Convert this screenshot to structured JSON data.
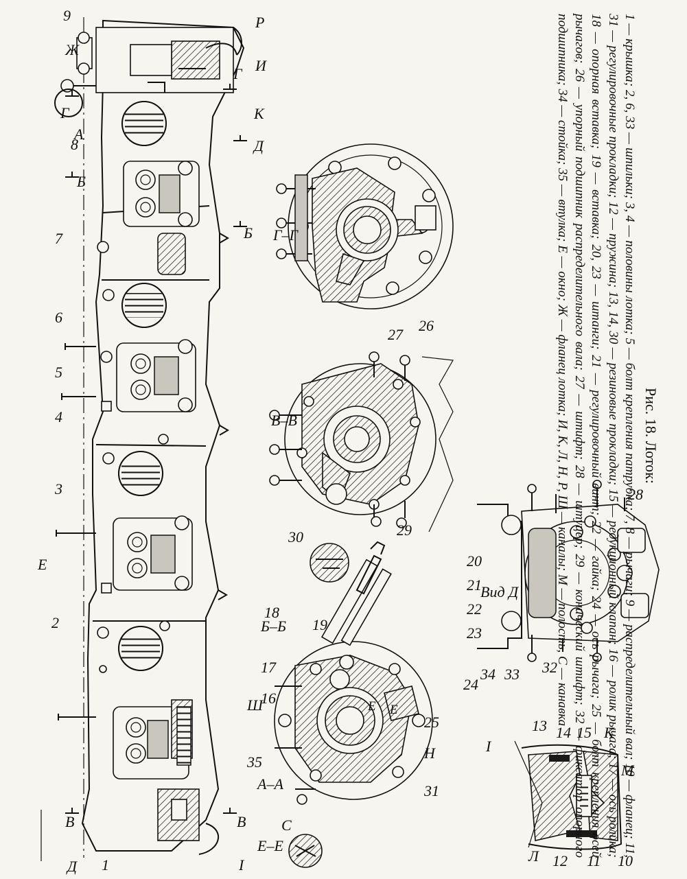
{
  "figure": {
    "title": "Рис. 18. Лоток:",
    "legend": "1 — крышка; 2, 6, 33 — шпильки; 3, 4 — половины лотка; 5 — болт крепления патрубка; 7, 8 — рычаги; 9 — распределительный вал; 10 — фланец; 11, 31 — регулировочные прокладки; 12 — пружина; 13, 14, 30 — резиновые прокладки; 15 — редукционный клапан; 16 — ролик рычага; 17 — ось ролика; 18 — опорная вставка; 19 — вставка; 20, 23 — штанги; 21 — регулировочный винт; 22 — гайка; 24 — ось рычага; 25 — болт крепления осей рычагов; 26 — упорный подшипник распределительного вала; 27 — штифт; 28 — штуцер; 29 — конический штифт; 32 — фиксатор опорного подшипника; 34 — стойка; 35 — втулка; Е — окно; Ж — фланец лотка; И, К, Л, Н, Р, Ш — каналы; М — полость, С — канавка"
  },
  "labels": {
    "n1": "1",
    "n2": "2",
    "n3": "3",
    "n4": "4",
    "n5": "5",
    "n6": "6",
    "n7": "7",
    "n8": "8",
    "n9": "9",
    "n10": "10",
    "n11": "11",
    "n12": "12",
    "n13": "13",
    "n14": "14",
    "n15": "15",
    "n16": "16",
    "n17": "17",
    "n18": "18",
    "n19": "19",
    "n20": "20",
    "n21": "21",
    "n22": "22",
    "n23": "23",
    "n24": "24",
    "n25": "25",
    "n26": "26",
    "n27": "27",
    "n28": "28",
    "n29": "29",
    "n30": "30",
    "n31": "31",
    "n32": "32",
    "n33": "33",
    "n34": "34",
    "n35": "35",
    "ZH": "Ж",
    "R": "Р",
    "I_right": "И",
    "K_top": "К",
    "G1": "Г",
    "G2": "Г",
    "A_top": "А",
    "D_top": "Д",
    "B_top": "Б",
    "B_mark": "Б",
    "E_letter": "Е",
    "SH": "Ш",
    "V1": "В",
    "V2": "В",
    "D_left": "Д",
    "I_left": "I",
    "I_detail": "I",
    "L": "Л",
    "K_det": "К",
    "M": "М",
    "N": "Н",
    "S": "С",
    "sec_GG": "Г–Г",
    "sec_VV": "В–В",
    "sec_BB": "Б–Б",
    "sec_AA": "А–А",
    "sec_EE": "Е–Е",
    "vid_D": "Вид Д",
    "E1": "Е",
    "E2": "Е"
  }
}
